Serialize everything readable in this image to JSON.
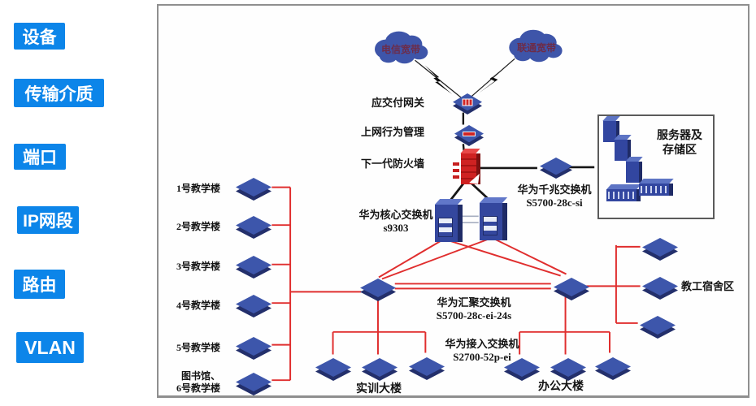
{
  "sidebar": {
    "items": [
      {
        "label": "设备"
      },
      {
        "label": "传输介质"
      },
      {
        "label": "端口"
      },
      {
        "label": "IP网段"
      },
      {
        "label": "路由"
      },
      {
        "label": "VLAN"
      }
    ]
  },
  "diagram": {
    "internet": {
      "telecom": "电信宽带",
      "unicom": "联通宽带"
    },
    "edge_chain": {
      "gateway": "应交付网关",
      "behavior_mgmt": "上网行为管理",
      "firewall": "下一代防火墙"
    },
    "switches": {
      "gigabit": {
        "name": "华为千兆交换机",
        "model": "S5700-28c-si"
      },
      "core": {
        "name": "华为核心交换机",
        "model": "s9303"
      },
      "aggregation": {
        "name": "华为汇聚交换机",
        "model": "S5700-28c-ei-24s"
      },
      "access": {
        "name": "华为接入交换机",
        "model": "S2700-52p-ei"
      }
    },
    "server_area": {
      "line1": "服务器及",
      "line2": "存储区"
    },
    "buildings": [
      "1号教学楼",
      "2号教学楼",
      "3号教学楼",
      "4号教学楼",
      "5号教学楼"
    ],
    "library_building": {
      "line1": "图书馆、",
      "line2": "6号教学楼"
    },
    "training_building": "实训大楼",
    "office_building": "办公大楼",
    "dorm_area": "教工宿舍区",
    "colors": {
      "sidebar_accent": "#0c85e9",
      "device_blue": "#3d56ab",
      "link_red": "#e02e2e",
      "link_black": "#151515",
      "firewall_red": "#cf2222"
    }
  }
}
